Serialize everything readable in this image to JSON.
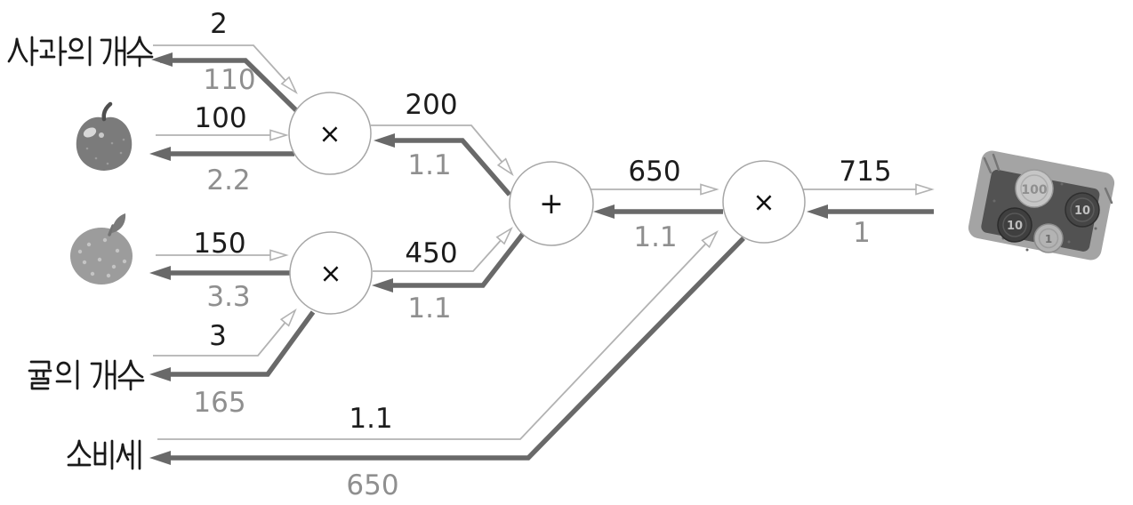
{
  "figure": {
    "type": "computational-graph-forward-backward",
    "labels": {
      "apple_count": "사과의 개수",
      "tangerine_count": "귤의 개수",
      "consumption_tax": "소비세"
    },
    "nodes": [
      {
        "id": "multiply-apple",
        "symbol": "×"
      },
      {
        "id": "multiply-tangerine",
        "symbol": "×"
      },
      {
        "id": "add-fruit-totals",
        "symbol": "+"
      },
      {
        "id": "multiply-tax",
        "symbol": "×"
      }
    ],
    "edges": [
      {
        "name": "apple-count-to-multiply",
        "forward": "2",
        "backward": "110"
      },
      {
        "name": "apple-price-to-multiply",
        "forward": "100",
        "backward": "2.2"
      },
      {
        "name": "multiply-apple-to-add",
        "forward": "200",
        "backward": "1.1"
      },
      {
        "name": "tangerine-price-to-multiply",
        "forward": "150",
        "backward": "3.3"
      },
      {
        "name": "tangerine-count-to-multiply",
        "forward": "3",
        "backward": "165"
      },
      {
        "name": "multiply-tangerine-to-add",
        "forward": "450",
        "backward": "1.1"
      },
      {
        "name": "add-to-multiply-tax",
        "forward": "650",
        "backward": "1.1"
      },
      {
        "name": "consumption-tax-to-multiply",
        "forward": "1.1",
        "backward": "650"
      },
      {
        "name": "multiply-tax-to-total",
        "forward": "715",
        "backward": "1"
      }
    ],
    "money_tray_coins": [
      "100",
      "10",
      "10",
      "1"
    ],
    "colors": {
      "forward_line": "#b2b2b2",
      "backward_line": "#696969",
      "forward_value_text": "#1c1c1c",
      "backward_value_text": "#8f8f8f",
      "node_stroke": "#a6a6a6",
      "background": "#ffffff"
    }
  }
}
